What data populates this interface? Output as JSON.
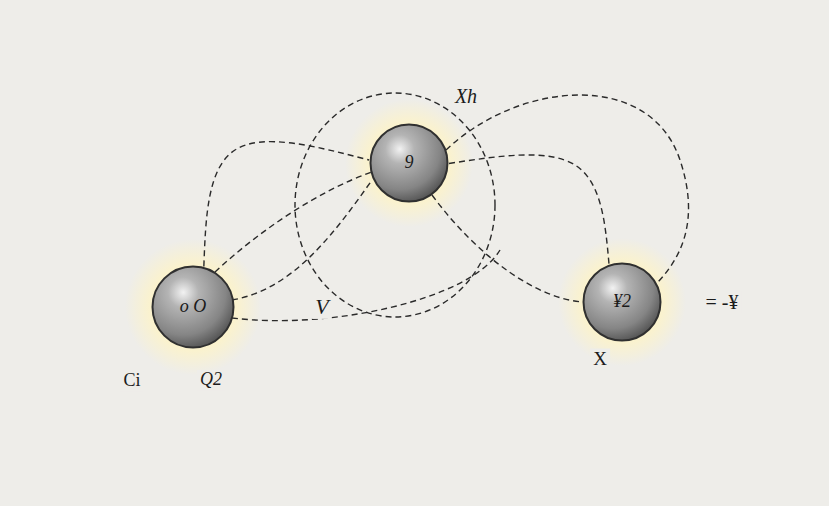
{
  "diagram": {
    "nodes": [
      {
        "text": [
          "o O"
        ]
      },
      {
        "text": [
          "9"
        ]
      },
      {
        "text": [
          "¥2"
        ]
      }
    ],
    "edges": [
      {
        "from": 0,
        "to": 1,
        "arrow": "none"
      },
      {
        "from": 1,
        "to": 2,
        "arrow": "none"
      }
    ],
    "labels": [
      "Xh",
      "V",
      "Ci",
      "Q2",
      "X",
      "= -¥"
    ]
  }
}
